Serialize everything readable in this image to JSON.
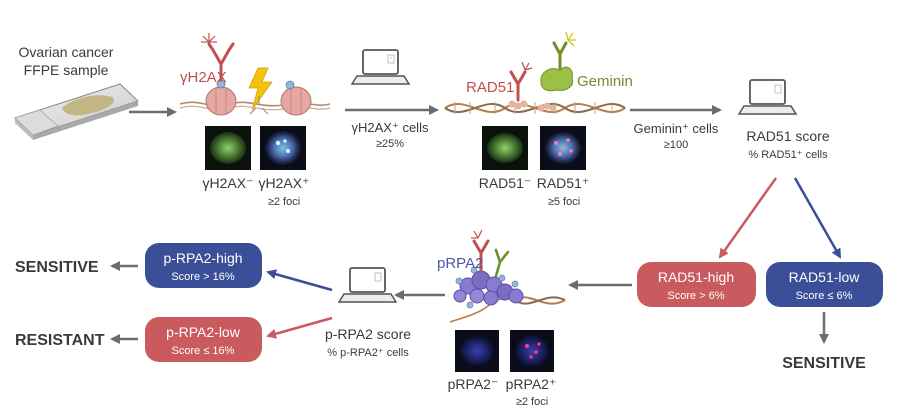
{
  "colors": {
    "red_pill": "#c95a5d",
    "blue_pill": "#3b4f98",
    "arrow_gray": "#6d6d6d",
    "arrow_red": "#c95a5d",
    "arrow_blue": "#3b4f98",
    "antibody_red": "#c0504d",
    "geminin_green": "#7ea33a",
    "rpa_purple": "#7b6cc4",
    "text_dark": "#3a3a3a"
  },
  "sample": {
    "line1": "Ovarian cancer",
    "line2": "FFPE sample"
  },
  "h2ax": {
    "label": "γH2AX",
    "neg_label": "γH2AX⁻",
    "pos_label": "γH2AX⁺",
    "pos_sub": "≥2 foci",
    "arrow_label": "γH2AX⁺ cells",
    "arrow_sub": "≥25%"
  },
  "rad51": {
    "label": "RAD51",
    "geminin_label": "Geminin",
    "neg_label": "RAD51⁻",
    "pos_label": "RAD51⁺",
    "pos_sub": "≥5 foci",
    "arrow_label": "Geminin⁺ cells",
    "arrow_sub": "≥100",
    "score_title": "RAD51 score",
    "score_sub": "% RAD51⁺ cells"
  },
  "rad51_high": {
    "title": "RAD51-high",
    "sub": "Score > 6%"
  },
  "rad51_low": {
    "title": "RAD51-low",
    "sub": "Score ≤ 6%"
  },
  "outcome_low": "SENSITIVE",
  "prpa2": {
    "label": "pRPA2",
    "neg_label": "pRPA2⁻",
    "pos_label": "pRPA2⁺",
    "pos_sub": "≥2 foci",
    "score_title": "p-RPA2 score",
    "score_sub": "% p-RPA2⁺ cells"
  },
  "prpa2_high": {
    "title": "p-RPA2-high",
    "sub": "Score > 16%"
  },
  "prpa2_low": {
    "title": "p-RPA2-low",
    "sub": "Score ≤ 16%"
  },
  "outcome_sensitive": "SENSITIVE",
  "outcome_resistant": "RESISTANT"
}
